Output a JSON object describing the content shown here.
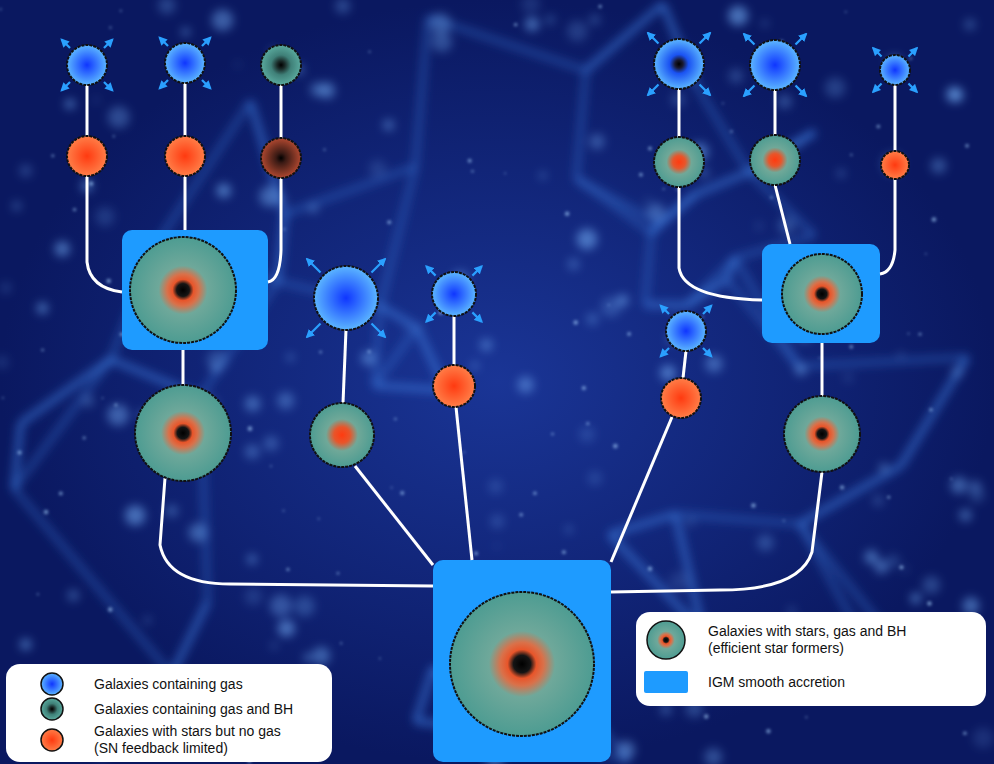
{
  "diagram": {
    "legend": [
      {
        "text": "Galaxies containing gas"
      },
      {
        "text": "Galaxies containing gas and BH"
      },
      {
        "text": "Galaxies with stars but no gas (SN feedback limited)"
      },
      {
        "text": "Galaxies with stars, gas and BH (efficient star formers)"
      },
      {
        "text": "IGM smooth accretion",
        "color": "#1e9bff"
      }
    ]
  }
}
